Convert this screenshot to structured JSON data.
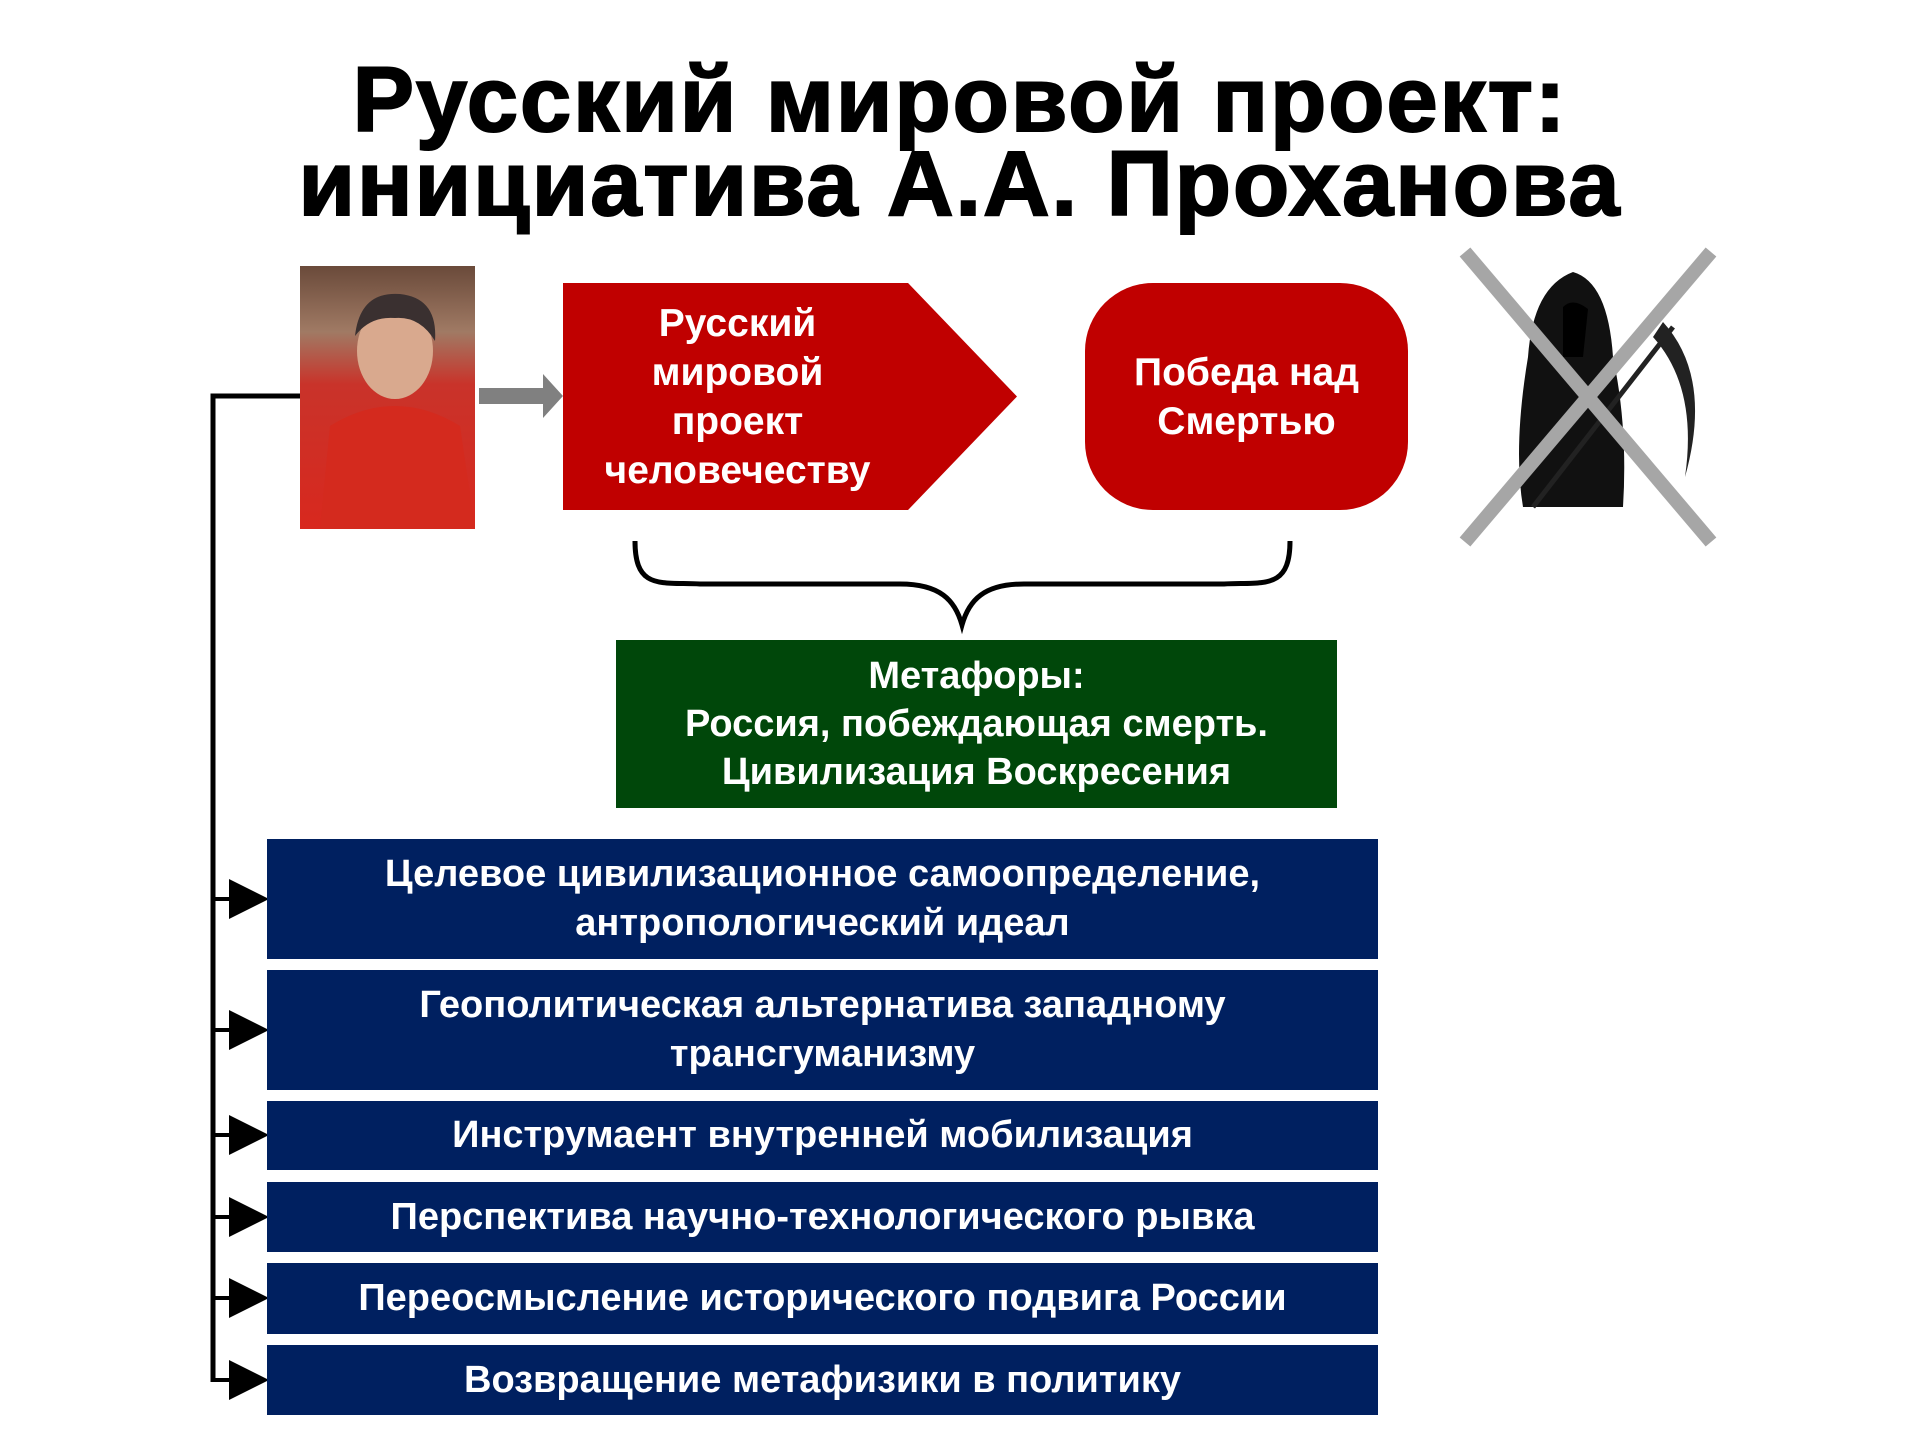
{
  "title": {
    "line1": "Русский мировой проект:",
    "line2": "инициатива А.А. Проханова"
  },
  "project_box": {
    "lines": [
      "Русский",
      "мировой",
      "проект",
      "человечеству"
    ]
  },
  "victory_box": {
    "lines": [
      "Победа над",
      "Смертью"
    ]
  },
  "metaphors_box": {
    "lines": [
      "Метафоры:",
      "Россия, побеждающая смерть.",
      "Цивилизация Воскресения"
    ]
  },
  "items": [
    {
      "lines": [
        "Целевое цивилизационное самоопределение,",
        "антропологический идеал"
      ]
    },
    {
      "lines": [
        "Геополитическая альтернатива западному",
        "трансгуманизму"
      ]
    },
    {
      "lines": [
        "Инструмаент внутренней мобилизация"
      ]
    },
    {
      "lines": [
        "Перспектива научно-технологического рывка"
      ]
    },
    {
      "lines": [
        "Переосмысление исторического подвига России"
      ]
    },
    {
      "lines": [
        "Возвращение метафизики в политику"
      ]
    }
  ],
  "colors": {
    "red": "#c00000",
    "green": "#00470a",
    "blue": "#002060",
    "gray": "#808080"
  }
}
